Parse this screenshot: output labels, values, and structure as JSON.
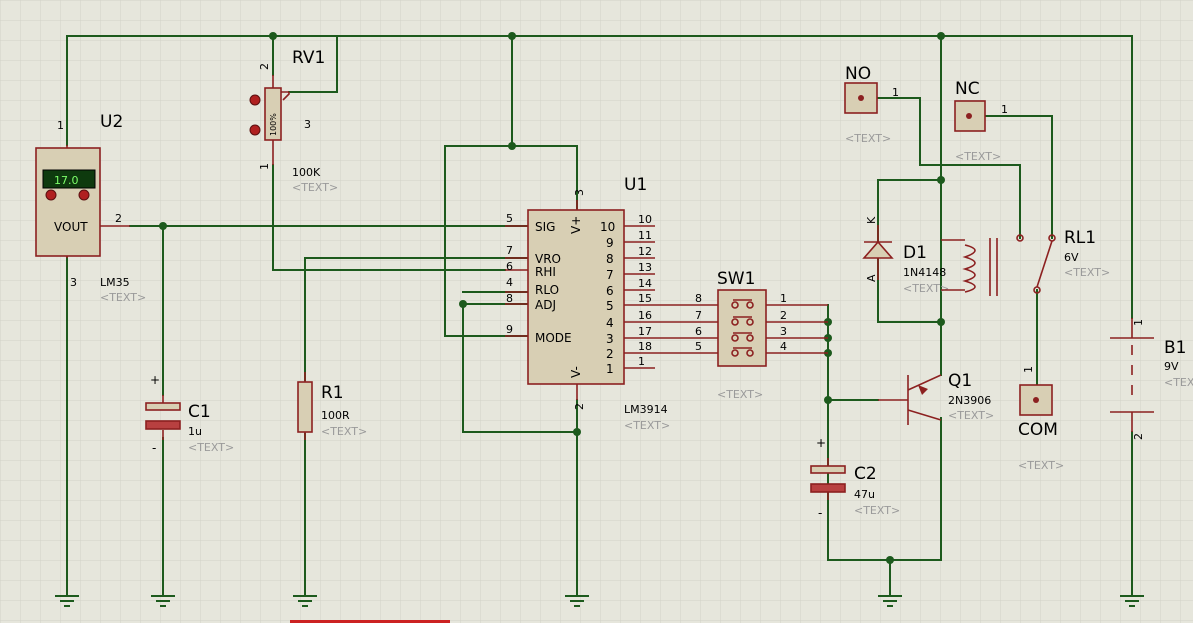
{
  "components": {
    "u2": {
      "ref": "U2",
      "value": "LM35",
      "text": "<TEXT>",
      "display": "17.0",
      "pin_vout": "VOUT",
      "pins": [
        "1",
        "2",
        "3"
      ]
    },
    "rv1": {
      "ref": "RV1",
      "value": "100K",
      "text": "<TEXT>",
      "percent": "100%",
      "pins": [
        "2",
        "3",
        "1"
      ]
    },
    "u1": {
      "ref": "U1",
      "value": "LM3914",
      "text": "<TEXT>",
      "pin_vplus": "V+",
      "pin_vminus": "V-",
      "left_pins": [
        {
          "num": "5",
          "name": "SIG"
        },
        {
          "num": "7",
          "name": "VRO"
        },
        {
          "num": "6",
          "name": "RHI"
        },
        {
          "num": "4",
          "name": "RLO"
        },
        {
          "num": "8",
          "name": "ADJ"
        },
        {
          "num": "9",
          "name": "MODE"
        }
      ],
      "right_pins": [
        {
          "num": "10",
          "name": "10"
        },
        {
          "num": "11",
          "name": "9"
        },
        {
          "num": "12",
          "name": "8"
        },
        {
          "num": "13",
          "name": "7"
        },
        {
          "num": "14",
          "name": "6"
        },
        {
          "num": "15",
          "name": "5"
        },
        {
          "num": "16",
          "name": "4"
        },
        {
          "num": "17",
          "name": "3"
        },
        {
          "num": "18",
          "name": "2"
        },
        {
          "num": "1",
          "name": "1"
        }
      ],
      "top_pin": "3",
      "bottom_pin": "2"
    },
    "sw1": {
      "ref": "SW1",
      "text": "<TEXT>",
      "left_pins": [
        "8",
        "7",
        "6",
        "5"
      ],
      "right_pins": [
        "1",
        "2",
        "3",
        "4"
      ]
    },
    "r1": {
      "ref": "R1",
      "value": "100R",
      "text": "<TEXT>"
    },
    "c1": {
      "ref": "C1",
      "value": "1u",
      "text": "<TEXT>",
      "plus": "+",
      "minus": "-"
    },
    "c2": {
      "ref": "C2",
      "value": "47u",
      "text": "<TEXT>",
      "plus": "+",
      "minus": "-"
    },
    "d1": {
      "ref": "D1",
      "value": "1N4148",
      "text": "<TEXT>",
      "k": "K",
      "a": "A"
    },
    "q1": {
      "ref": "Q1",
      "value": "2N3906",
      "text": "<TEXT>"
    },
    "rl1": {
      "ref": "RL1",
      "value": "6V",
      "text": "<TEXT>"
    },
    "b1": {
      "ref": "B1",
      "value": "9V",
      "text": "<TEXT>",
      "pins": [
        "1",
        "2"
      ]
    },
    "no": {
      "ref": "NO",
      "text": "<TEXT>",
      "pin": "1"
    },
    "nc": {
      "ref": "NC",
      "text": "<TEXT>",
      "pin": "1"
    },
    "com": {
      "ref": "COM",
      "text": "<TEXT>",
      "pin": "1"
    }
  },
  "colors": {
    "background": "#e6e6dc",
    "grid": "#d2d2c8",
    "wire": "#1d5a1d",
    "component": "#8c2020",
    "body_fill": "#d8cfb4"
  }
}
